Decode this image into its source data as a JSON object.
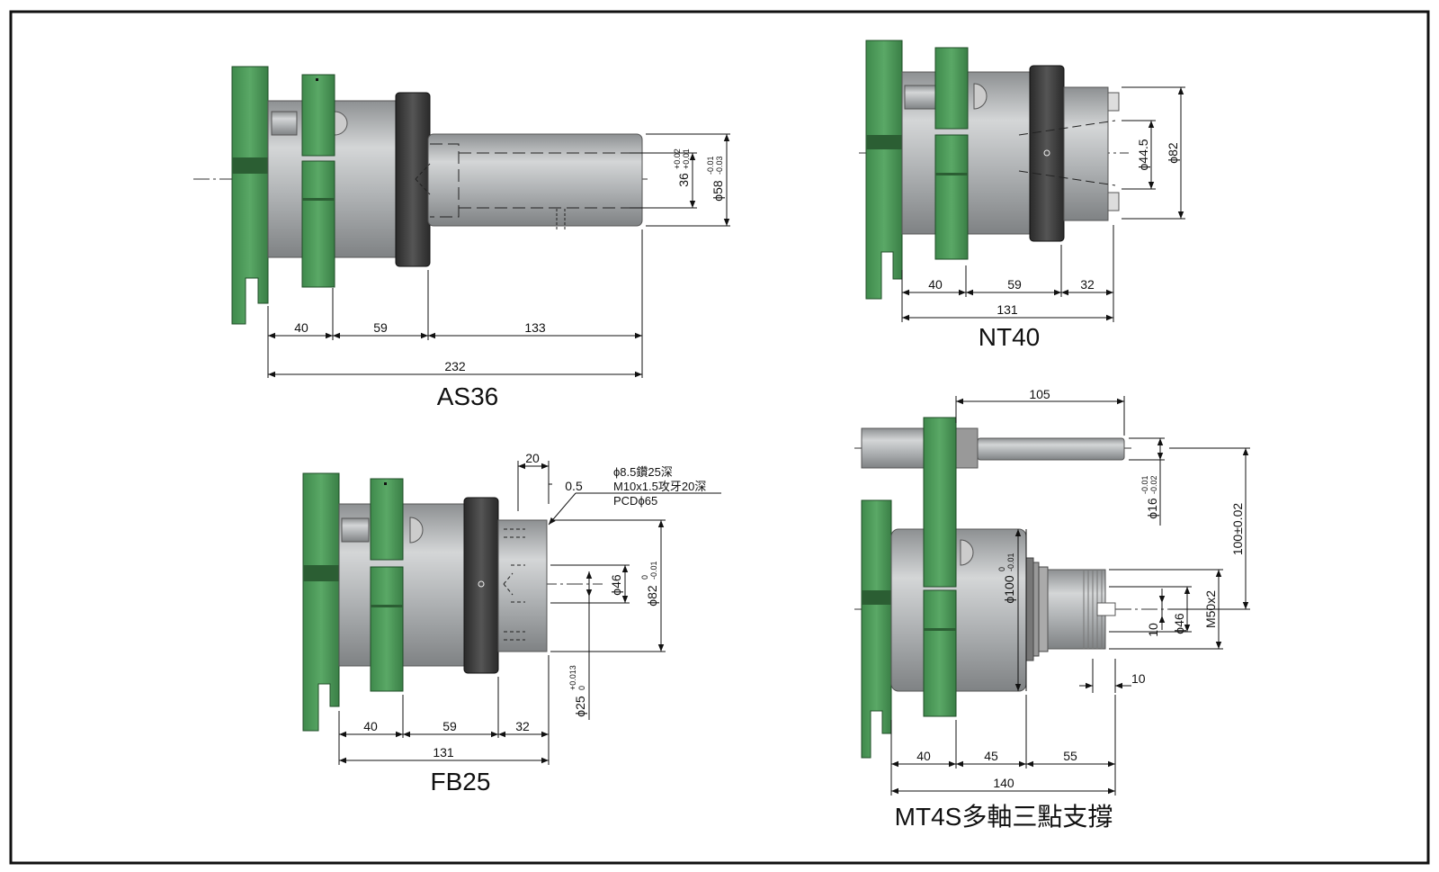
{
  "colors": {
    "frame": "#111111",
    "green": "#4f9a5b",
    "green_dark": "#2f6e3a",
    "steel": "#b7b9bb",
    "steel_dark": "#8e9193",
    "collar": "#3b3b3b"
  },
  "as36": {
    "title": "AS36",
    "d40": "40",
    "d59": "59",
    "d133": "133",
    "d232": "232",
    "dia36": "36",
    "dia36_tol_up": "+0.02",
    "dia36_tol_lo": "+0.01",
    "dia58": "ϕ58",
    "dia58_tol_up": "-0.01",
    "dia58_tol_lo": "-0.03"
  },
  "nt40": {
    "title": "NT40",
    "d40": "40",
    "d59": "59",
    "d32": "32",
    "d131": "131",
    "dia44": "ϕ44.5",
    "dia82": "ϕ82"
  },
  "fb25": {
    "title": "FB25",
    "d20": "20",
    "d05": "0.5",
    "note1": "ϕ8.5鑽25深",
    "note2": "M10x1.5攻牙20深",
    "note3": "PCDϕ65",
    "dia46": "ϕ46",
    "dia82": "ϕ82",
    "dia82_tol_up": "0",
    "dia82_tol_lo": "-0.01",
    "dia25": "ϕ25",
    "dia25_tol_up": "+0.013",
    "dia25_tol_lo": "0",
    "d40": "40",
    "d59": "59",
    "d32": "32",
    "d131": "131"
  },
  "mt4s": {
    "title": "MT4S多軸三點支撐",
    "d105": "105",
    "dia16": "ϕ16",
    "dia16_tol_up": "-0.01",
    "dia16_tol_lo": "-0.02",
    "d100": "100±0.02",
    "dia100": "ϕ100",
    "dia100_tol_up": "0",
    "dia100_tol_lo": "-0.01",
    "m50": "M50x2",
    "dia46": "ϕ46",
    "d10a": "10",
    "d10b": "10",
    "d40": "40",
    "d45": "45",
    "d55": "55",
    "d140": "140"
  }
}
